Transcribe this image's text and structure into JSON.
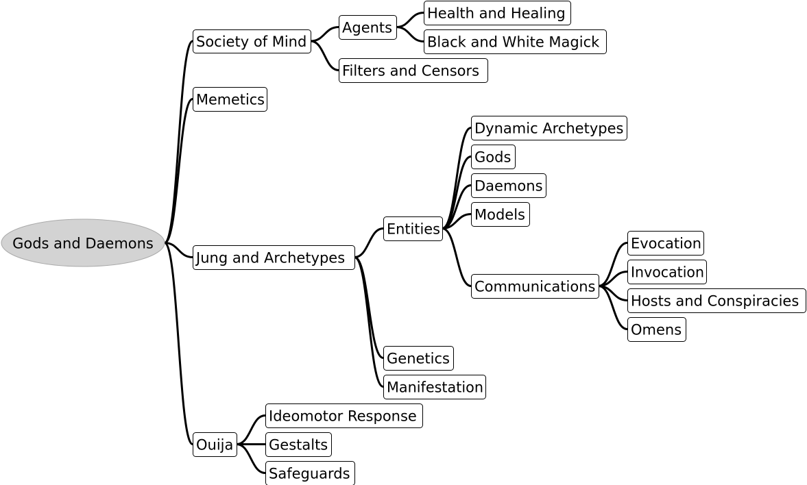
{
  "mindmap": {
    "root": {
      "label": "Gods and Daemons",
      "children": [
        {
          "label": "Society of Mind",
          "children": [
            {
              "label": "Agents",
              "children": [
                {
                  "label": "Health and Healing"
                },
                {
                  "label": "Black and White Magick"
                }
              ]
            },
            {
              "label": "Filters and Censors"
            }
          ]
        },
        {
          "label": "Memetics"
        },
        {
          "label": "Jung and Archetypes",
          "children": [
            {
              "label": "Entities",
              "children": [
                {
                  "label": "Dynamic Archetypes"
                },
                {
                  "label": "Gods"
                },
                {
                  "label": "Daemons"
                },
                {
                  "label": "Models"
                },
                {
                  "label": "Communications",
                  "children": [
                    {
                      "label": "Evocation"
                    },
                    {
                      "label": "Invocation"
                    },
                    {
                      "label": "Hosts and Conspiracies"
                    },
                    {
                      "label": "Omens"
                    }
                  ]
                }
              ]
            },
            {
              "label": "Genetics"
            },
            {
              "label": "Manifestation"
            }
          ]
        },
        {
          "label": "Ouija",
          "children": [
            {
              "label": "Ideomotor Response"
            },
            {
              "label": "Gestalts"
            },
            {
              "label": "Safeguards"
            }
          ]
        }
      ]
    },
    "colors": {
      "root_fill": "#d3d3d3",
      "root_stroke": "#a9a9a9",
      "node_fill": "#ffffff",
      "node_stroke": "#000000",
      "connector": "#000000"
    }
  }
}
